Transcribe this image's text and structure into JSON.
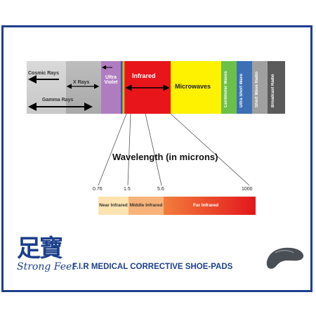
{
  "bands": {
    "cosmic_rays": "Cosmic Rays",
    "x_rays": "X Rays",
    "gamma_rays": "Gamma Rays",
    "ultra_violet": "Ultra Violet",
    "infrared": "Infrared",
    "microwaves": "Microwaves",
    "centimeter_waves": "Centimeter Waves",
    "ultra_short_wave": "Ultra Short Wave",
    "short_wave_radio": "Short Wave Radio",
    "broadcast_radio": "Broadcast Radio"
  },
  "wavelength_title": "Wavelength (in microns)",
  "ticks": [
    "0.76",
    "1.5",
    "5.6",
    "1000"
  ],
  "subbands": {
    "near": "Near Infrared",
    "middle": "Middle Infrared",
    "far": "Far Infrared"
  },
  "logo": {
    "kanji": "足寶",
    "name": "Strong Feet"
  },
  "tagline": "F.I.R MEDICAL CORRECTIVE SHOE-PADS",
  "colors": {
    "border": "#1d3f8f",
    "infrared": "#e8151b",
    "microwaves": "#fff200",
    "ultra_violet": "#b07cc0",
    "centimeter": "#6cc04a",
    "ultra_short": "#3d6fb6",
    "short_wave": "#9a9a9a",
    "broadcast": "#5a5a5a"
  }
}
